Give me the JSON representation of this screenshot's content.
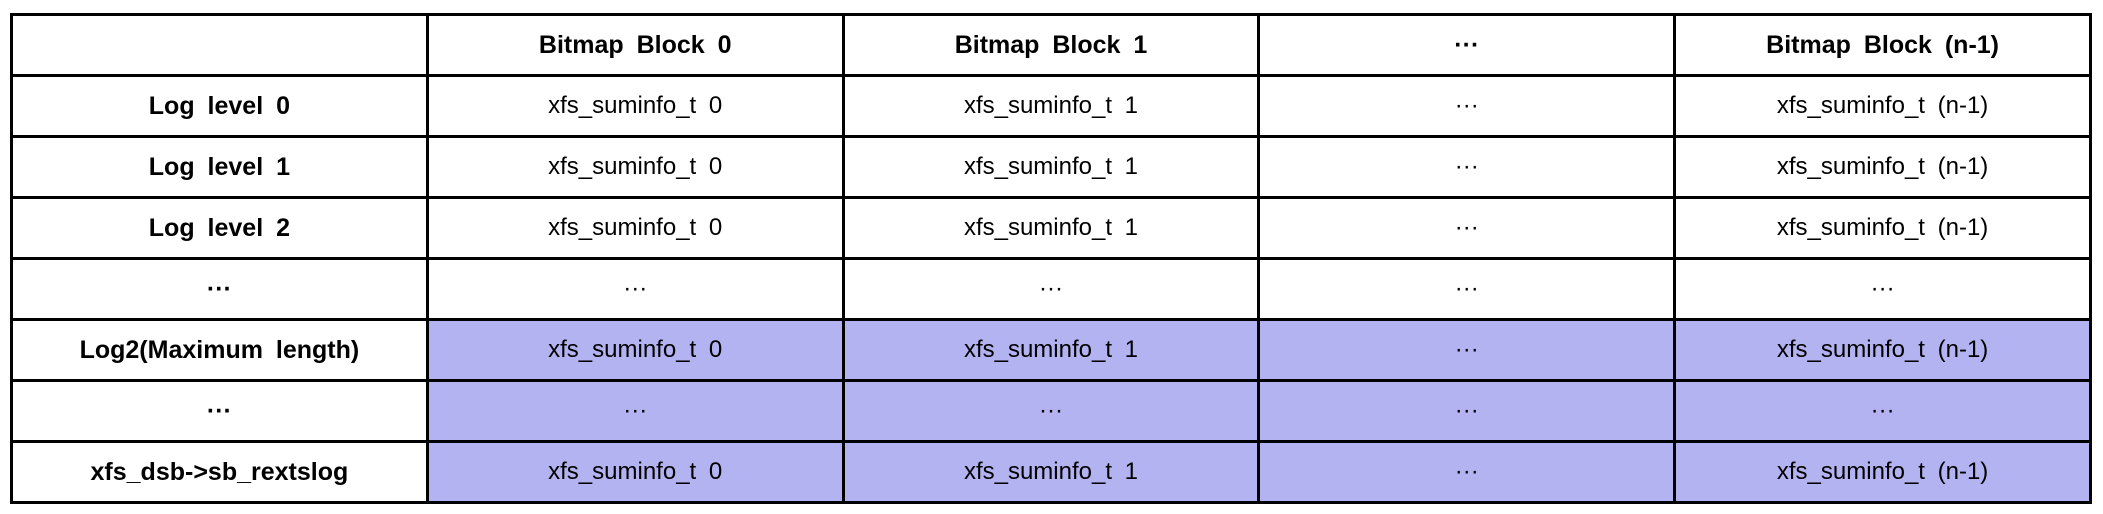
{
  "page": {
    "background_color": "#ffffff",
    "border_color": "#000000",
    "highlight_color": "#b3b3f2"
  },
  "table": {
    "columns": [
      "",
      "Bitmap Block 0",
      "Bitmap Block 1",
      "···",
      "Bitmap Block (n-1)"
    ],
    "rows": [
      {
        "label": "Log level 0",
        "highlighted": false,
        "cells": [
          "xfs_suminfo_t 0",
          "xfs_suminfo_t 1",
          "···",
          "xfs_suminfo_t (n-1)"
        ]
      },
      {
        "label": "Log level 1",
        "highlighted": false,
        "cells": [
          "xfs_suminfo_t 0",
          "xfs_suminfo_t 1",
          "···",
          "xfs_suminfo_t (n-1)"
        ]
      },
      {
        "label": "Log level 2",
        "highlighted": false,
        "cells": [
          "xfs_suminfo_t 0",
          "xfs_suminfo_t 1",
          "···",
          "xfs_suminfo_t (n-1)"
        ]
      },
      {
        "label": "···",
        "highlighted": false,
        "cells": [
          "···",
          "···",
          "···",
          "···"
        ]
      },
      {
        "label": "Log2(Maximum length)",
        "highlighted": true,
        "cells": [
          "xfs_suminfo_t 0",
          "xfs_suminfo_t 1",
          "···",
          "xfs_suminfo_t (n-1)"
        ]
      },
      {
        "label": "···",
        "highlighted": true,
        "cells": [
          "···",
          "···",
          "···",
          "···"
        ]
      },
      {
        "label": "xfs_dsb->sb_rextslog",
        "highlighted": true,
        "cells": [
          "xfs_suminfo_t 0",
          "xfs_suminfo_t 1",
          "···",
          "xfs_suminfo_t (n-1)"
        ]
      }
    ]
  }
}
